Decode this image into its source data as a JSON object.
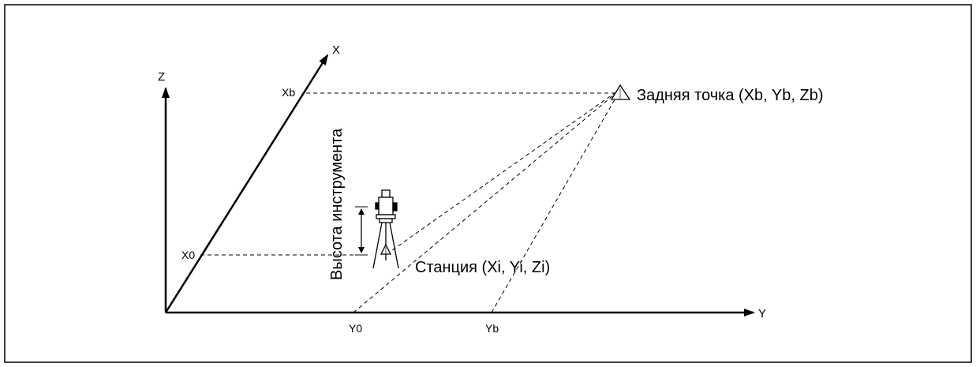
{
  "axes": {
    "x_label": "X",
    "y_label": "Y",
    "z_label": "Z"
  },
  "ticks": {
    "xb": "Xb",
    "x0": "X0",
    "y0": "Y0",
    "yb": "Yb"
  },
  "labels": {
    "backsight": "Задняя точка (Xb, Yb, Zb)",
    "station": "Станция (Xi, Yi, Zi)",
    "instrument_height": "Высота инструмента"
  },
  "colors": {
    "line": "#000000",
    "frame": "#000000",
    "background": "#ffffff"
  },
  "icons": {
    "backsight": "triangle-target-icon",
    "station": "total-station-tripod-icon"
  }
}
